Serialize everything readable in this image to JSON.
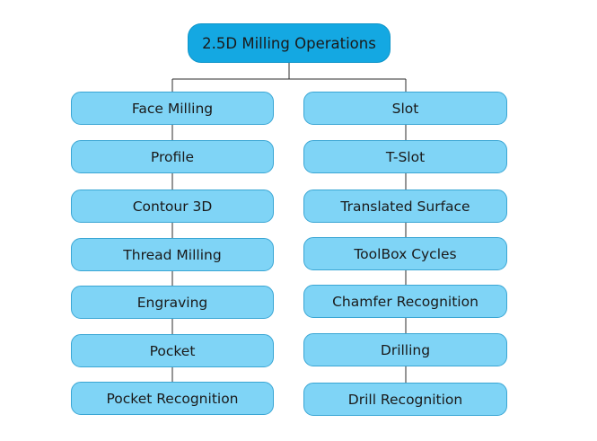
{
  "diagram": {
    "root": {
      "label": "2.5D Milling Operations"
    },
    "left_column": [
      {
        "label": "Face Milling"
      },
      {
        "label": "Profile"
      },
      {
        "label": "Contour 3D"
      },
      {
        "label": "Thread Milling"
      },
      {
        "label": "Engraving"
      },
      {
        "label": "Pocket"
      },
      {
        "label": "Pocket Recognition"
      }
    ],
    "right_column": [
      {
        "label": "Slot"
      },
      {
        "label": "T-Slot"
      },
      {
        "label": "Translated Surface"
      },
      {
        "label": "ToolBox Cycles"
      },
      {
        "label": "Chamfer Recognition"
      },
      {
        "label": "Drilling"
      },
      {
        "label": "Drill Recognition"
      }
    ],
    "colors": {
      "root_fill": "#14a8e2",
      "child_fill": "#7fd4f6",
      "child_border": "#3aa6d4",
      "connector": "#2b2b2b"
    }
  }
}
